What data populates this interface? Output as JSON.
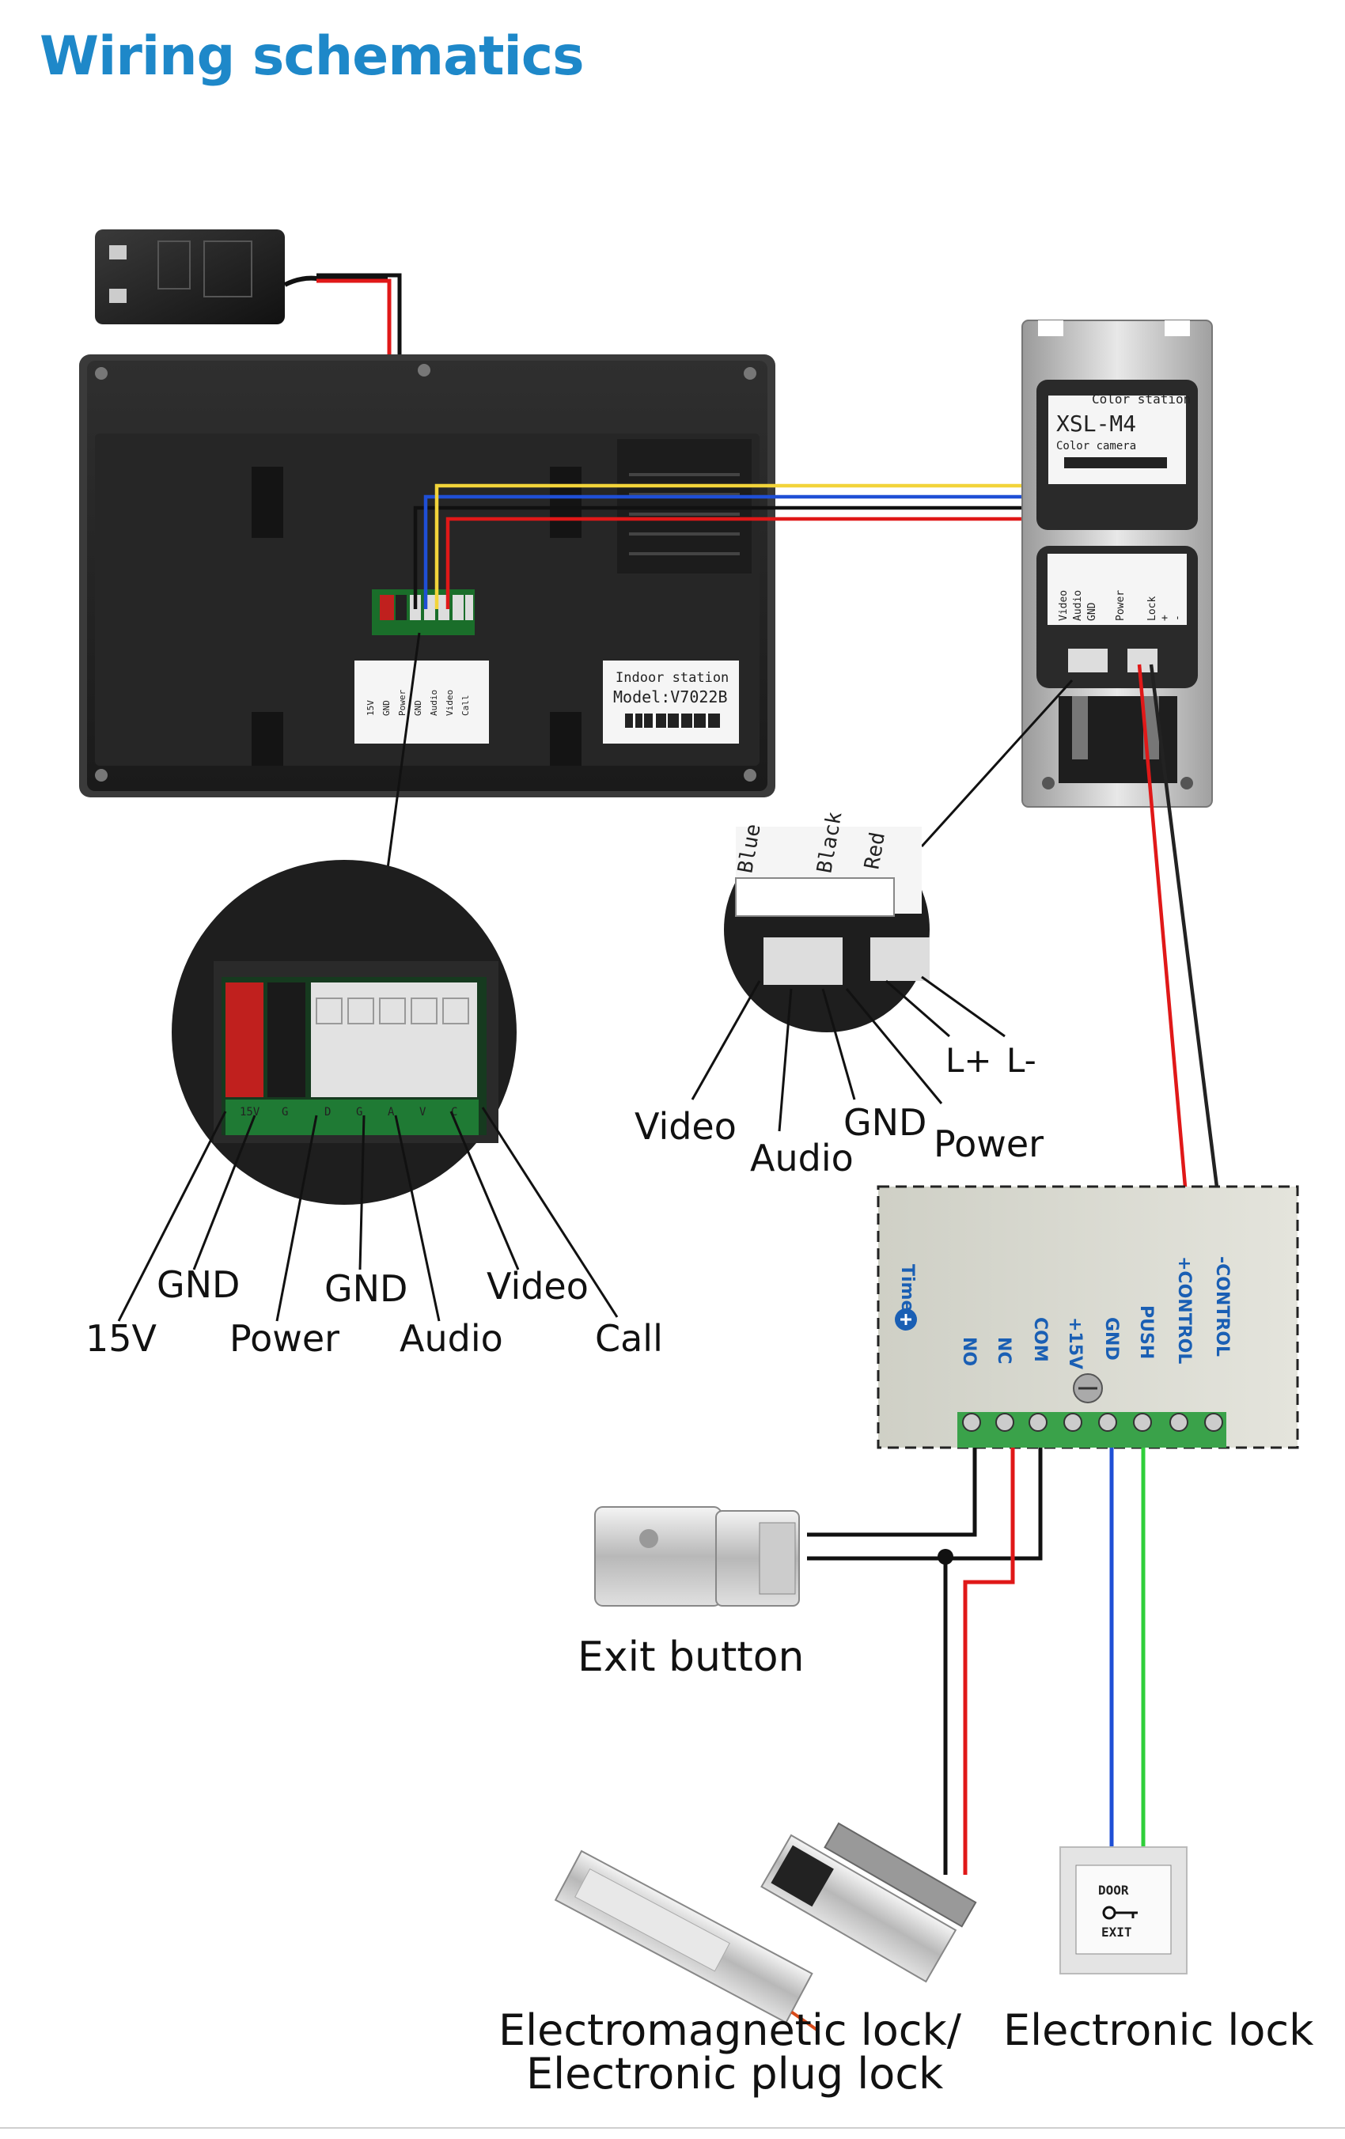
{
  "title": "Wiring schematics",
  "indoor_label": {
    "line1": "Indoor station",
    "line2": "Model:V7022B"
  },
  "indoor_terminal_small": [
    "15V",
    "GND",
    "Power",
    "GND",
    "Audio",
    "Video",
    "Call"
  ],
  "indoor_pcb": [
    "15V",
    "G",
    "D",
    "G",
    "A",
    "V",
    "C"
  ],
  "outdoor_label": {
    "line1": "Color station",
    "line2": "XSL-M4",
    "line3": "Color camera"
  },
  "outdoor_terminal_small": [
    "Video",
    "Audio",
    "GND",
    "Power",
    "Lock",
    "+",
    "-"
  ],
  "zoom_indoor_labels": {
    "gnd1": "GND",
    "v15": "15V",
    "power": "Power",
    "gnd2": "GND",
    "audio": "Audio",
    "video": "Video",
    "call": "Call"
  },
  "zoom_outdoor_strip": [
    "Blue",
    "Black",
    "Red"
  ],
  "zoom_outdoor_labels": {
    "video": "Video",
    "audio": "Audio",
    "gnd": "GND",
    "power": "Power",
    "lplus": "L+",
    "lminus": "L-"
  },
  "controller": {
    "time": "Time",
    "terminals": [
      "NO",
      "NC",
      "COM",
      "+15V",
      "GND",
      "PUSH",
      "+CONTROL",
      "-CONTROL"
    ]
  },
  "exit_button_label": "Exit button",
  "lock1_label": {
    "line1": "Electromagnetic lock/",
    "line2": "Electronic plug lock"
  },
  "lock2_label": "Electronic lock",
  "door_switch": {
    "line1": "DOOR",
    "line2": "EXIT"
  },
  "colors": {
    "title": "#1e88c9",
    "red_wire": "#e01818",
    "yellow_wire": "#f2d43a",
    "blue_wire": "#1f4fd6",
    "green_wire": "#2fcf3a",
    "terminal_green": "#3aa24a"
  }
}
